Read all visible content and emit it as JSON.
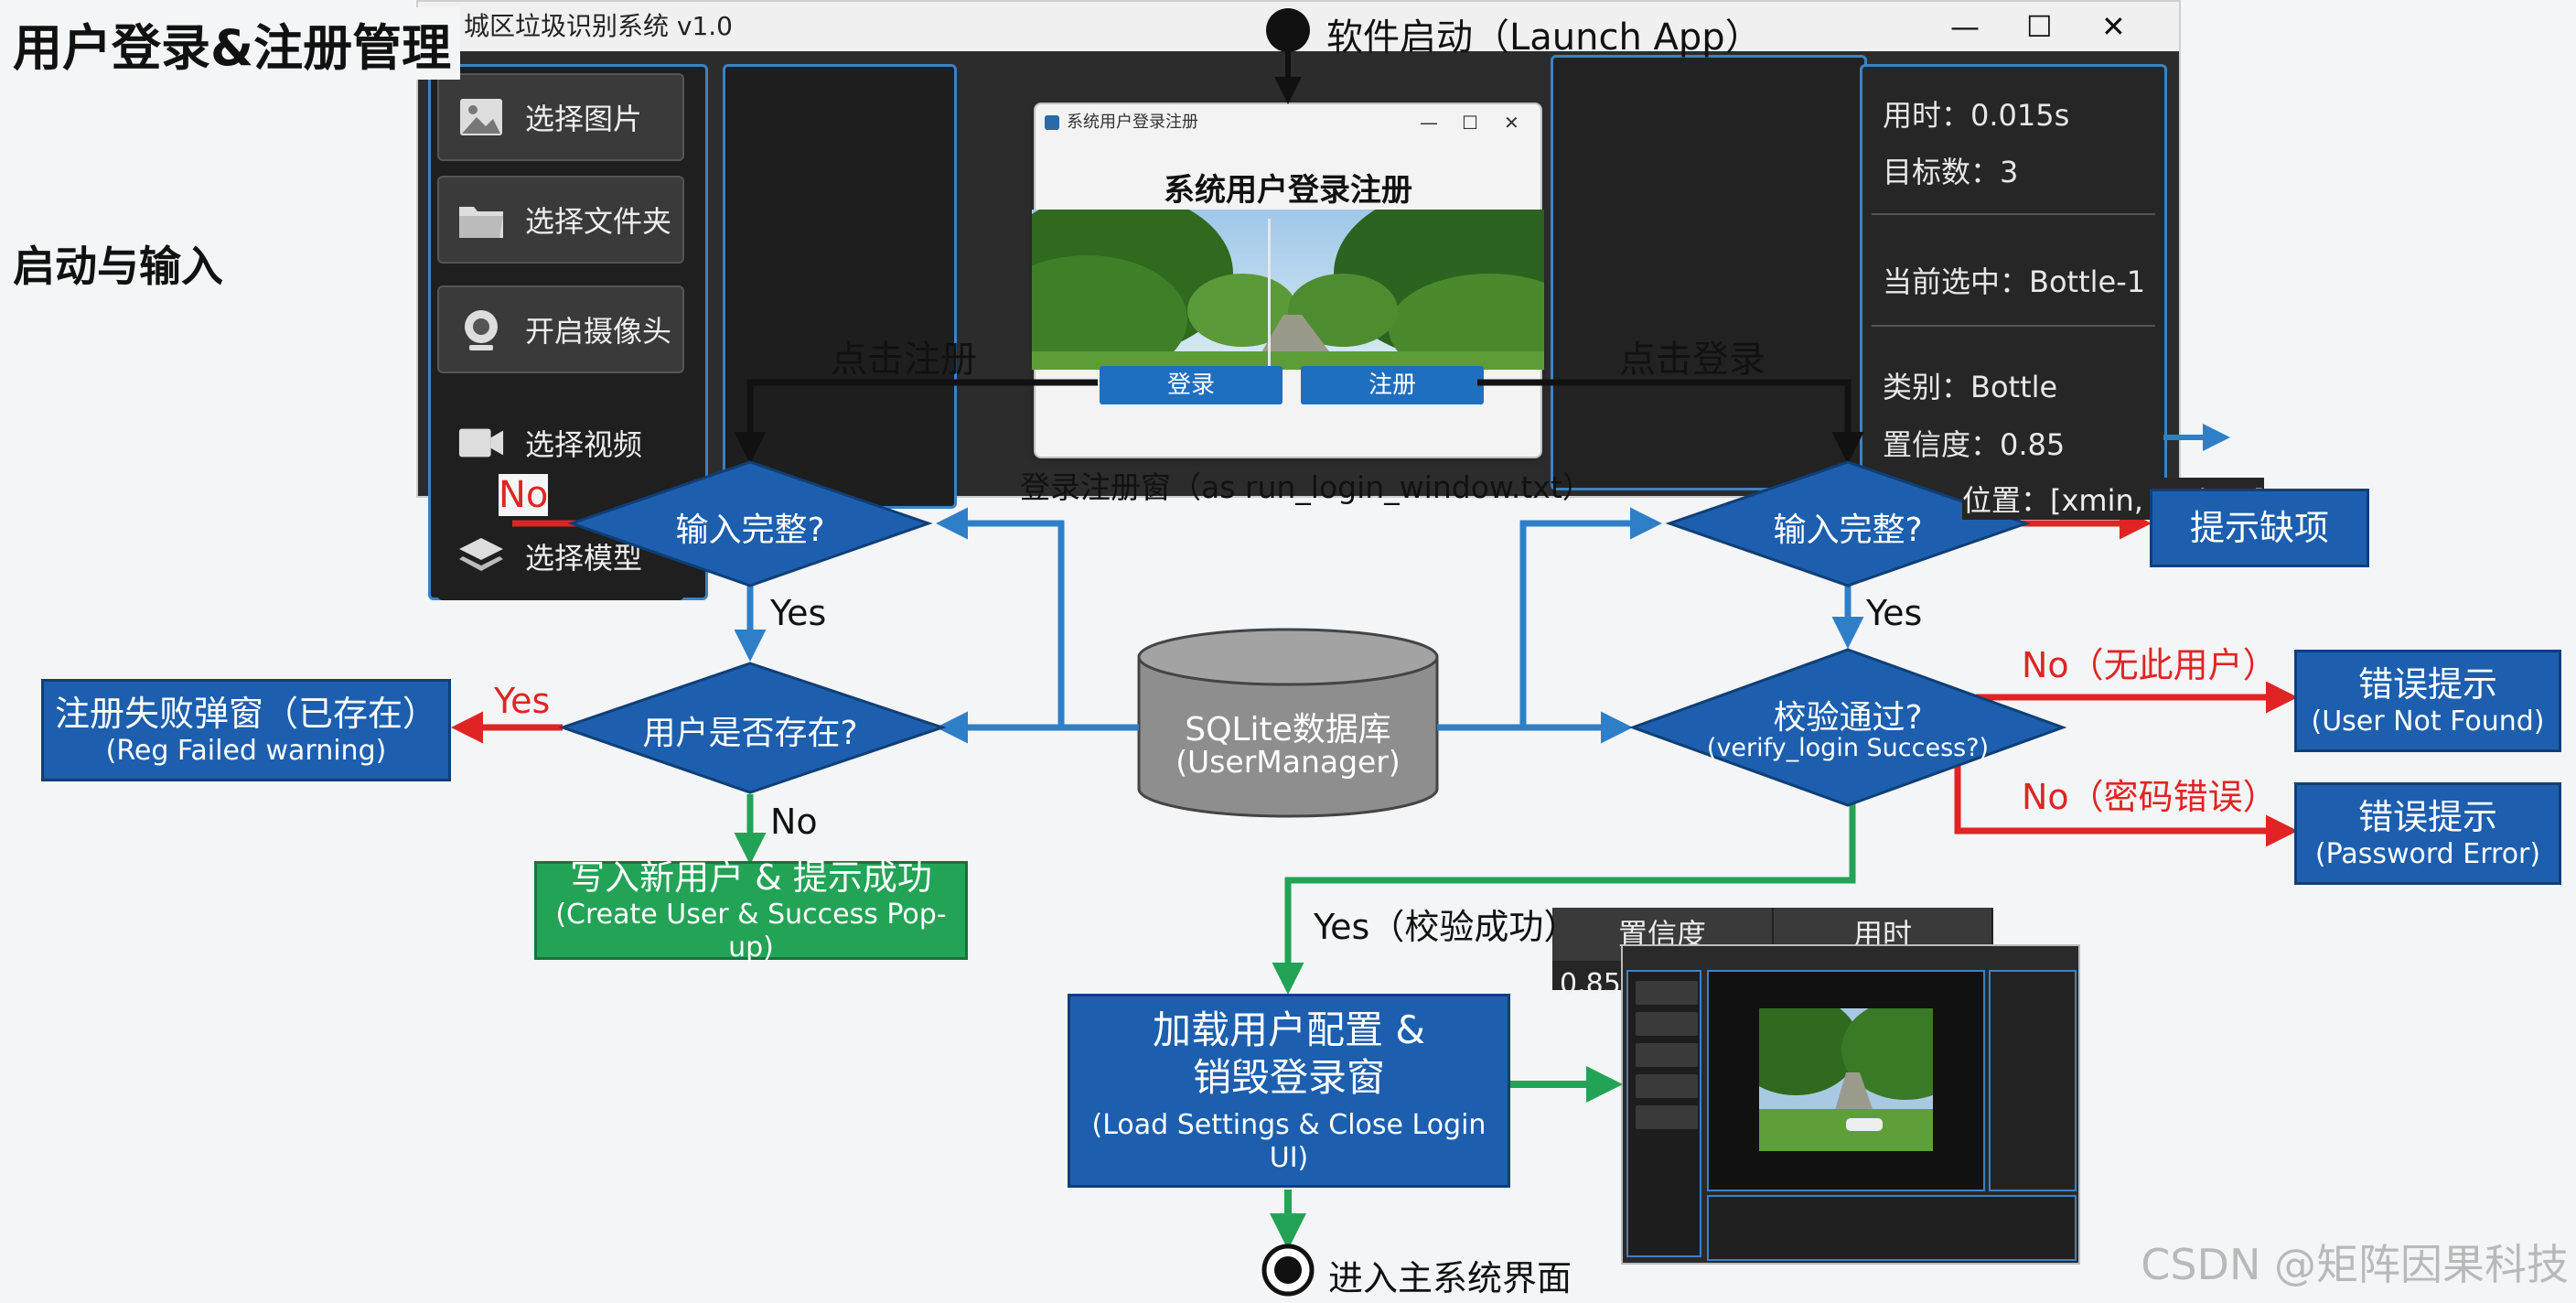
{
  "heading": {
    "title": "用户登录&注册管理",
    "subtitle": "启动与输入"
  },
  "app_window": {
    "title": "城区垃圾识别系统 v1.0",
    "buttons": [
      {
        "label": "选择图片",
        "icon": "image-icon"
      },
      {
        "label": "选择文件夹",
        "icon": "folder-icon"
      },
      {
        "label": "开启摄像头",
        "icon": "camera-icon"
      },
      {
        "label": "选择视频",
        "icon": "video-icon"
      },
      {
        "label": "选择模型",
        "icon": "layers-icon"
      }
    ],
    "info": {
      "time": "用时：0.015s",
      "targets": "目标数：3",
      "selected": "当前选中：Bottle-1",
      "class": "类别：Bottle",
      "confidence": "置信度：0.85",
      "position": "位置：[xmin, ymin...]"
    }
  },
  "login_window": {
    "titlebar": "系统用户登录注册",
    "heading": "系统用户登录注册",
    "login_button": "登录",
    "register_button": "注册",
    "caption": "登录注册窗（as run_login_window.txt）"
  },
  "flow": {
    "start": "软件启动（Launch App）",
    "click_register": "点击注册",
    "click_login": "点击登录",
    "reg_input_check": "输入完整?",
    "login_input_check": "输入完整?",
    "user_exists": "用户是否存在?",
    "verify": {
      "line1": "校验通过?",
      "line2": "(verify_login Success?)"
    },
    "db": {
      "line1": "SQLite数据库",
      "line2": "(UserManager)"
    },
    "reg_fail": {
      "line1": "注册失败弹窗（已存在）",
      "line2": "(Reg Failed warning)"
    },
    "create_user": {
      "line1": "写入新用户 & 提示成功",
      "line2": "(Create User & Success Pop-up)"
    },
    "missing_hint": "提示缺项",
    "err_user": {
      "line1": "错误提示",
      "line2": "(User Not Found)"
    },
    "err_pwd": {
      "line1": "错误提示",
      "line2": "(Password Error)"
    },
    "load_settings": {
      "line1": "加载用户配置 &",
      "line2": "销毁登录窗",
      "line3": "(Load Settings & Close Login UI)"
    },
    "end": "进入主系统界面",
    "labels": {
      "no_left": "No",
      "yes_1": "Yes",
      "yes_exists": "Yes",
      "no_exists": "No",
      "yes_login": "Yes",
      "no_user": "No（无此用户）",
      "no_pwd": "No（密码错误）",
      "yes_verify": "Yes（校验成功）"
    }
  },
  "result_window": {
    "col_confidence": "置信度",
    "col_time": "用时",
    "value": "0.85"
  },
  "watermark": "CSDN @矩阵因果科技",
  "colors": {
    "blue": "#1d5fae",
    "green": "#23a356",
    "red": "#e02424",
    "grey": "#8e8e8e",
    "line_blue": "#2f7fc8"
  }
}
